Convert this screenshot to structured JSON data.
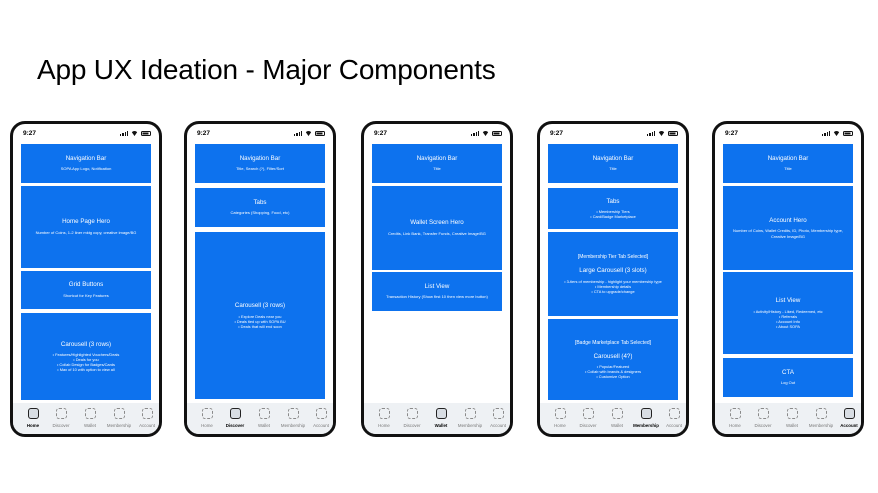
{
  "title": "App UX Ideation - Major Components",
  "status_time": "9:27",
  "nav_tabs": [
    "Home",
    "Discover",
    "Wallet",
    "Membership",
    "Account"
  ],
  "colors": {
    "block_blue": "#0d72ee",
    "tabbar_bg": "#eef1f4"
  },
  "phones": [
    {
      "active_tab": 0,
      "blocks": [
        {
          "title": "Navigation Bar",
          "desc": "SOPA App Logo, Notification"
        },
        {
          "title": "Home Page Hero",
          "desc": "Number of Coins, 1-2 liner mktg copy, creative image/BG"
        },
        {
          "title": "Grid Buttons",
          "desc": "Shortcut for Key Features"
        },
        {
          "title": "Carousell (3 rows)",
          "bullets": [
            "Features/Highlighted Vouchers/Deals",
            "Deals for you",
            "Collab Design for Badges/Cards",
            "Max of 10 with option to view all"
          ]
        }
      ]
    },
    {
      "active_tab": 1,
      "blocks": [
        {
          "title": "Navigation Bar",
          "desc": "Title, Search (?), Filter/Sort"
        },
        {
          "title": "Tabs",
          "desc": "Categories (Shopping, Food, etc)"
        },
        {
          "title": "Carousell (3 rows)",
          "bullets": [
            "Explore Deals near you",
            "Deals tied up with SOPA BU",
            "Deals that will end soon"
          ]
        }
      ]
    },
    {
      "active_tab": 2,
      "blocks": [
        {
          "title": "Navigation Bar",
          "desc": "Title"
        },
        {
          "title": "Wallet Screen Hero",
          "desc": "Credits, Link Bank, Transfer Funds, Creative Image/BG"
        },
        {
          "title": "List View",
          "desc": "Transaction History (Show first 10 then view more button)"
        }
      ]
    },
    {
      "active_tab": 3,
      "blocks": [
        {
          "title": "Navigation Bar",
          "desc": "Title"
        },
        {
          "title": "Tabs",
          "bullets": [
            "Membership Tiers",
            "Card/Badge Marketplace"
          ]
        },
        {
          "pre": "[Membership Tier Tab Selected]",
          "title": "Large Carousell (3 slots)",
          "bullets": [
            "3-tiers of membership - highlight your membership type",
            "Membership details",
            "CTA to upgrade/change"
          ]
        },
        {
          "pre": "[Badge Marketplace Tab Selected]",
          "title": "Carousell (4?)",
          "bullets": [
            "Popular/Featured",
            "Collab with brands & designers",
            "Customize Option"
          ]
        }
      ]
    },
    {
      "active_tab": 4,
      "blocks": [
        {
          "title": "Navigation Bar",
          "desc": "Title"
        },
        {
          "title": "Account Hero",
          "desc": "Number of Coins, Wallet Credits, ID, Photo, Membership type, Creative Image/BG"
        },
        {
          "title": "List View",
          "bullets": [
            "Activity/History - Liked, Redeemed, etc",
            "Referrals",
            "Account Info",
            "About SOPA"
          ]
        },
        {
          "title": "CTA",
          "desc": "Log Out"
        }
      ]
    }
  ]
}
